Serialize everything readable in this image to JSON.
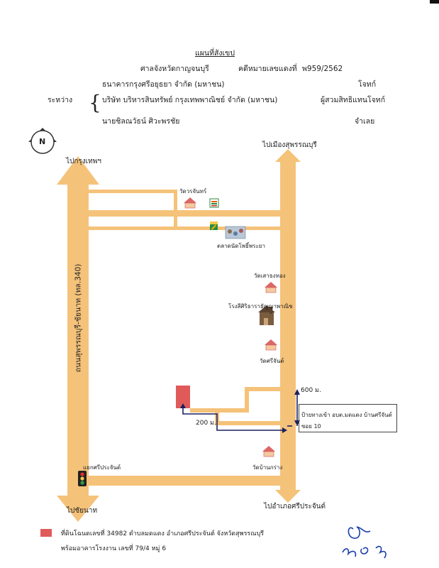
{
  "header": {
    "title": "แผนที่สังเขป",
    "court": "ศาลจังหวัดกาญจนบุรี",
    "case_label": "คดีหมายเลขแดงที่",
    "case_number": "พ959/2562",
    "between": "ระหว่าง",
    "party1": "ธนาคารกรุงศรีอยุธยา  จำกัด (มหาชน)",
    "party1_role": "โจทก์",
    "party2": "บริษัท บริหารสินทรัพย์ กรุงเทพพาณิชย์ จำกัด (มหาชน)",
    "party2_role": "ผู้สวมสิทธิแทนโจทก์",
    "party3": "นายชิลณวัธน์  ศิวะพรชัย",
    "party3_role": "จำเลย"
  },
  "north": "N",
  "directions": {
    "top_left": "ไปกรุงเทพฯ",
    "top_right": "ไปเมืองสุพรรณบุรี",
    "bottom_left": "ไปชัยนาท",
    "bottom_right": "ไปอำเภอศรีประจันต์"
  },
  "road_label": "ถนนสุพรรณบุรี-ชัยนาท (ทล.340)",
  "landmarks": {
    "wat_chan": "วัดวรจันทร์",
    "market": "ตลาดนัดโพธิ์พระยา",
    "wat_sao": "วัดเสาธงทอง",
    "rice_mill": "โรงสีศิริธาราธัญญาพาณิช",
    "wat_sri": "วัดศรีจันต์",
    "wat_ban": "วัดบ้านกร่าง",
    "intersection": "แยกศรีประจันต์"
  },
  "distances": {
    "d600": "600 ม.",
    "d200": "200 ม."
  },
  "callout": {
    "line1": "ป้ายทางเข้า อบต.มดแดง บ้านศรีจันต์",
    "line2": "ซอย 10"
  },
  "legend": {
    "line1": "ที่ดินโฉนดเลขที่ 34982 ตำบลมดแดง อำเภอศรีประจันต์ จังหวัดสุพรรณบุรี",
    "line2": "พร้อมอาคารโรงงาน เลขที่ 79/4  หมู่ 6"
  },
  "colors": {
    "road": "#f5c27a",
    "parcel": "#e05a5a",
    "ink": "#1a3fa8"
  }
}
